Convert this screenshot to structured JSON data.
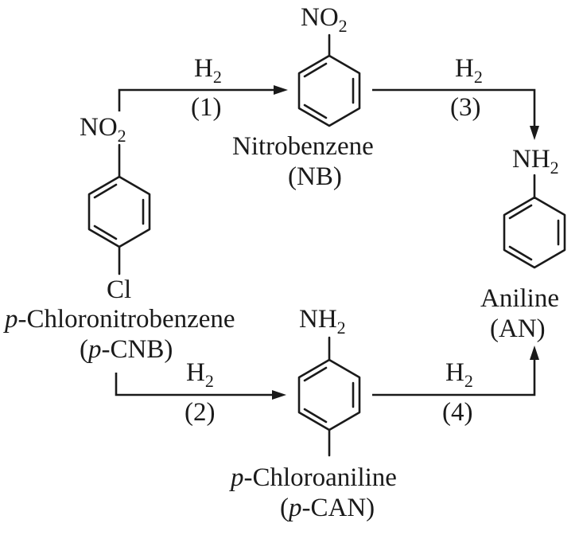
{
  "compounds": {
    "pcnb": {
      "top_group": "NO",
      "top_sub": "2",
      "bottom_group": "Cl",
      "name_italic": "p",
      "name_rest": "-Chloronitrobenzene",
      "abbr_open": "(",
      "abbr_italic": "p",
      "abbr_rest": "-CNB)"
    },
    "nb": {
      "top_group": "NO",
      "top_sub": "2",
      "name": "Nitrobenzene",
      "abbr": "(NB)"
    },
    "an": {
      "top_group": "NH",
      "top_sub": "2",
      "name": "Aniline",
      "abbr": "(AN)"
    },
    "pcan": {
      "top_group": "NH",
      "top_sub": "2",
      "name_italic": "p",
      "name_rest": "-Chloroaniline",
      "abbr_open": "(",
      "abbr_italic": "p",
      "abbr_rest": "-CAN)"
    }
  },
  "reactions": [
    {
      "id": "1",
      "reagent": "H",
      "reagent_sub": "2",
      "step": "(1)"
    },
    {
      "id": "2",
      "reagent": "H",
      "reagent_sub": "2",
      "step": "(2)"
    },
    {
      "id": "3",
      "reagent": "H",
      "reagent_sub": "2",
      "step": "(3)"
    },
    {
      "id": "4",
      "reagent": "H",
      "reagent_sub": "2",
      "step": "(4)"
    }
  ],
  "colors": {
    "ink": "#1a1a1a",
    "background": "#ffffff"
  }
}
